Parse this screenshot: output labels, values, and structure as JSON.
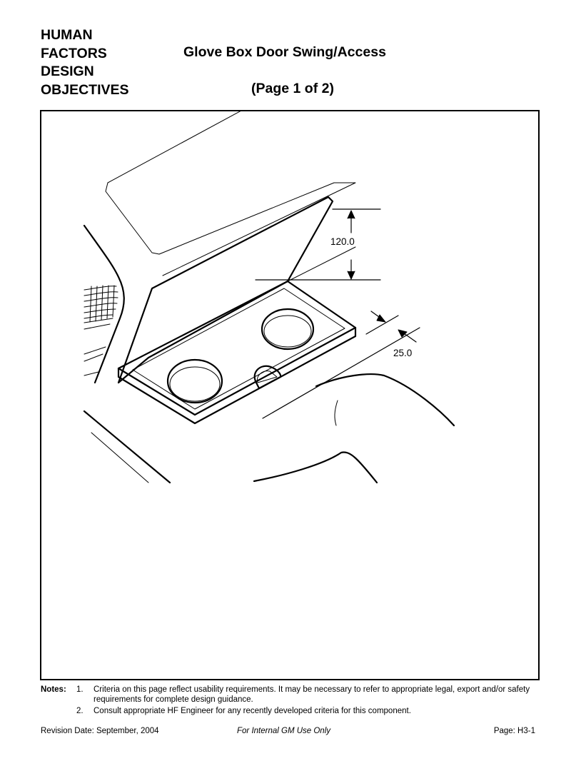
{
  "header": {
    "left_lines": [
      "HUMAN",
      "FACTORS",
      "DESIGN",
      "OBJECTIVES"
    ],
    "title": "Glove Box Door Swing/Access",
    "page_indicator": "(Page 1 of 2)"
  },
  "figure": {
    "dimension_vertical": "120.0",
    "dimension_depth": "25.0"
  },
  "notes": {
    "label": "Notes:",
    "items": [
      {
        "num": "1.",
        "text": "Criteria on this page reflect usability requirements.  It may be necessary to refer to appropriate legal, export and/or safety requirements for complete design guidance."
      },
      {
        "num": "2.",
        "text": "Consult appropriate HF Engineer for any recently developed criteria for this component."
      }
    ]
  },
  "footer": {
    "revision": "Revision Date:  September, 2004",
    "internal": "For Internal GM Use Only",
    "page": "Page:  H3-1"
  }
}
